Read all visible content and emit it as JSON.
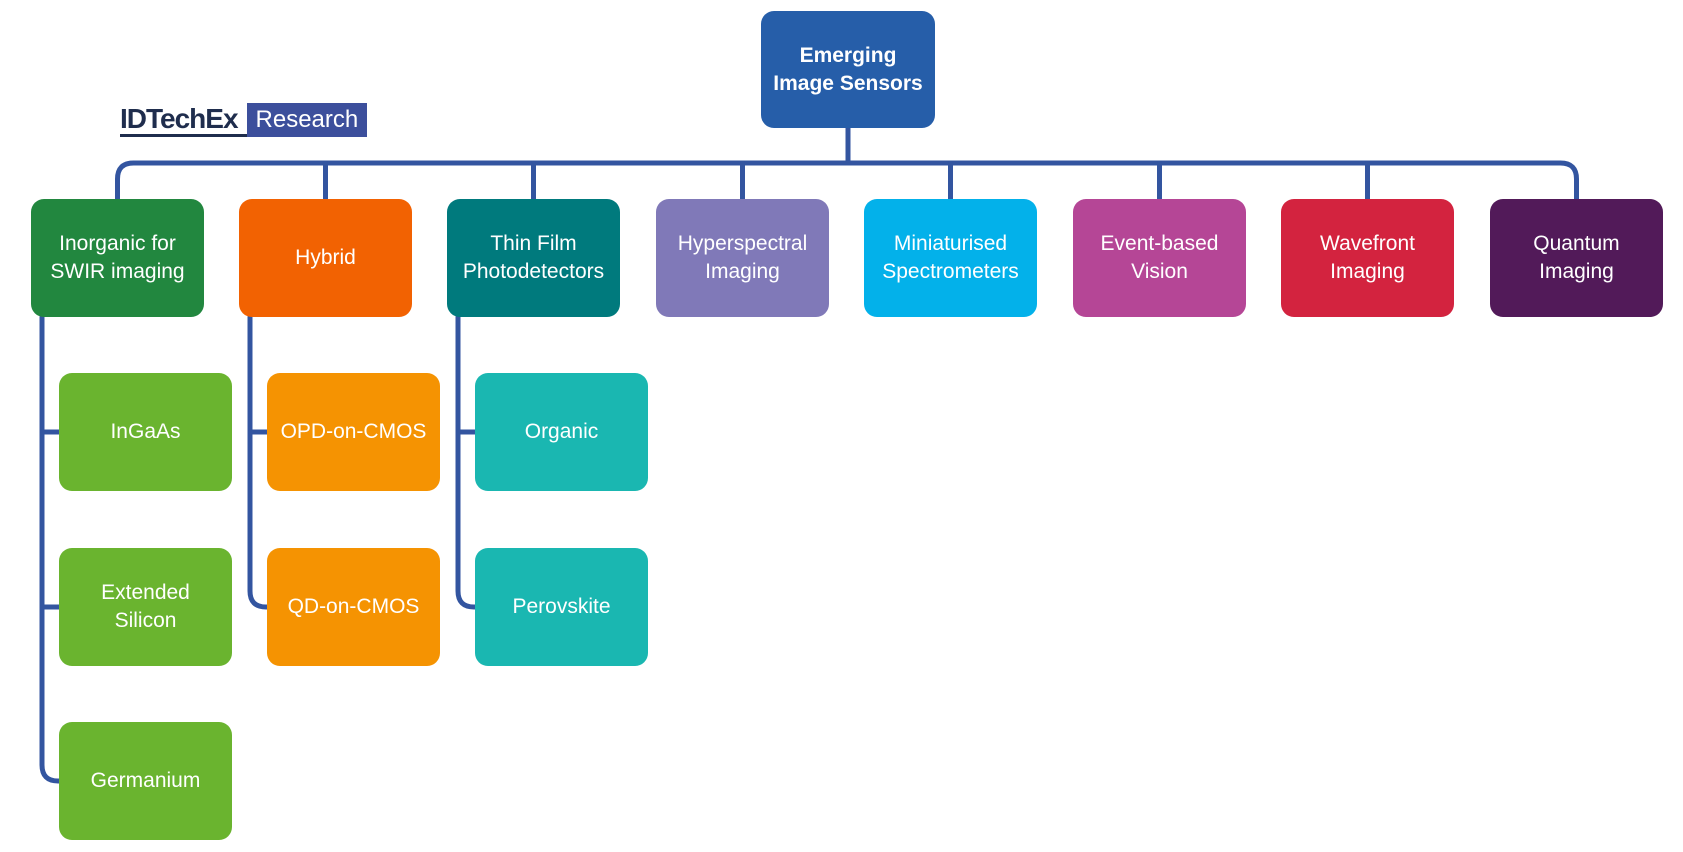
{
  "logo": {
    "brand": "IDTechEx",
    "badge": "Research",
    "colors": {
      "brand": "#1f2d4d",
      "badge": "#3c4f9c"
    }
  },
  "connector_color": "#3355a0",
  "root": {
    "label": "Emerging\nImage Sensors",
    "color": "#265ea9"
  },
  "categories": [
    {
      "id": "swir",
      "label": "Inorganic for\nSWIR imaging",
      "color": "#22873f",
      "children": [
        {
          "label": "InGaAs",
          "color": "#6ab42f"
        },
        {
          "label": "Extended\nSilicon",
          "color": "#6ab42f"
        },
        {
          "label": "Germanium",
          "color": "#6ab42f"
        }
      ]
    },
    {
      "id": "hybrid",
      "label": "Hybrid",
      "color": "#f26202",
      "children": [
        {
          "label": "OPD-on-CMOS",
          "color": "#f59302"
        },
        {
          "label": "QD-on-CMOS",
          "color": "#f59302"
        }
      ]
    },
    {
      "id": "thin-film",
      "label": "Thin Film\nPhotodetectors",
      "color": "#007a7d",
      "children": [
        {
          "label": "Organic",
          "color": "#1ab7b1"
        },
        {
          "label": "Perovskite",
          "color": "#1ab7b1"
        }
      ]
    },
    {
      "id": "hyperspectral",
      "label": "Hyperspectral\nImaging",
      "color": "#8079b8",
      "children": []
    },
    {
      "id": "spectrometers",
      "label": "Miniaturised\nSpectrometers",
      "color": "#03b1ea",
      "children": []
    },
    {
      "id": "event-based",
      "label": "Event-based\nVision",
      "color": "#b54696",
      "children": []
    },
    {
      "id": "wavefront",
      "label": "Wavefront\nImaging",
      "color": "#d3233f",
      "children": []
    },
    {
      "id": "quantum",
      "label": "Quantum\nImaging",
      "color": "#521a59",
      "children": []
    }
  ]
}
